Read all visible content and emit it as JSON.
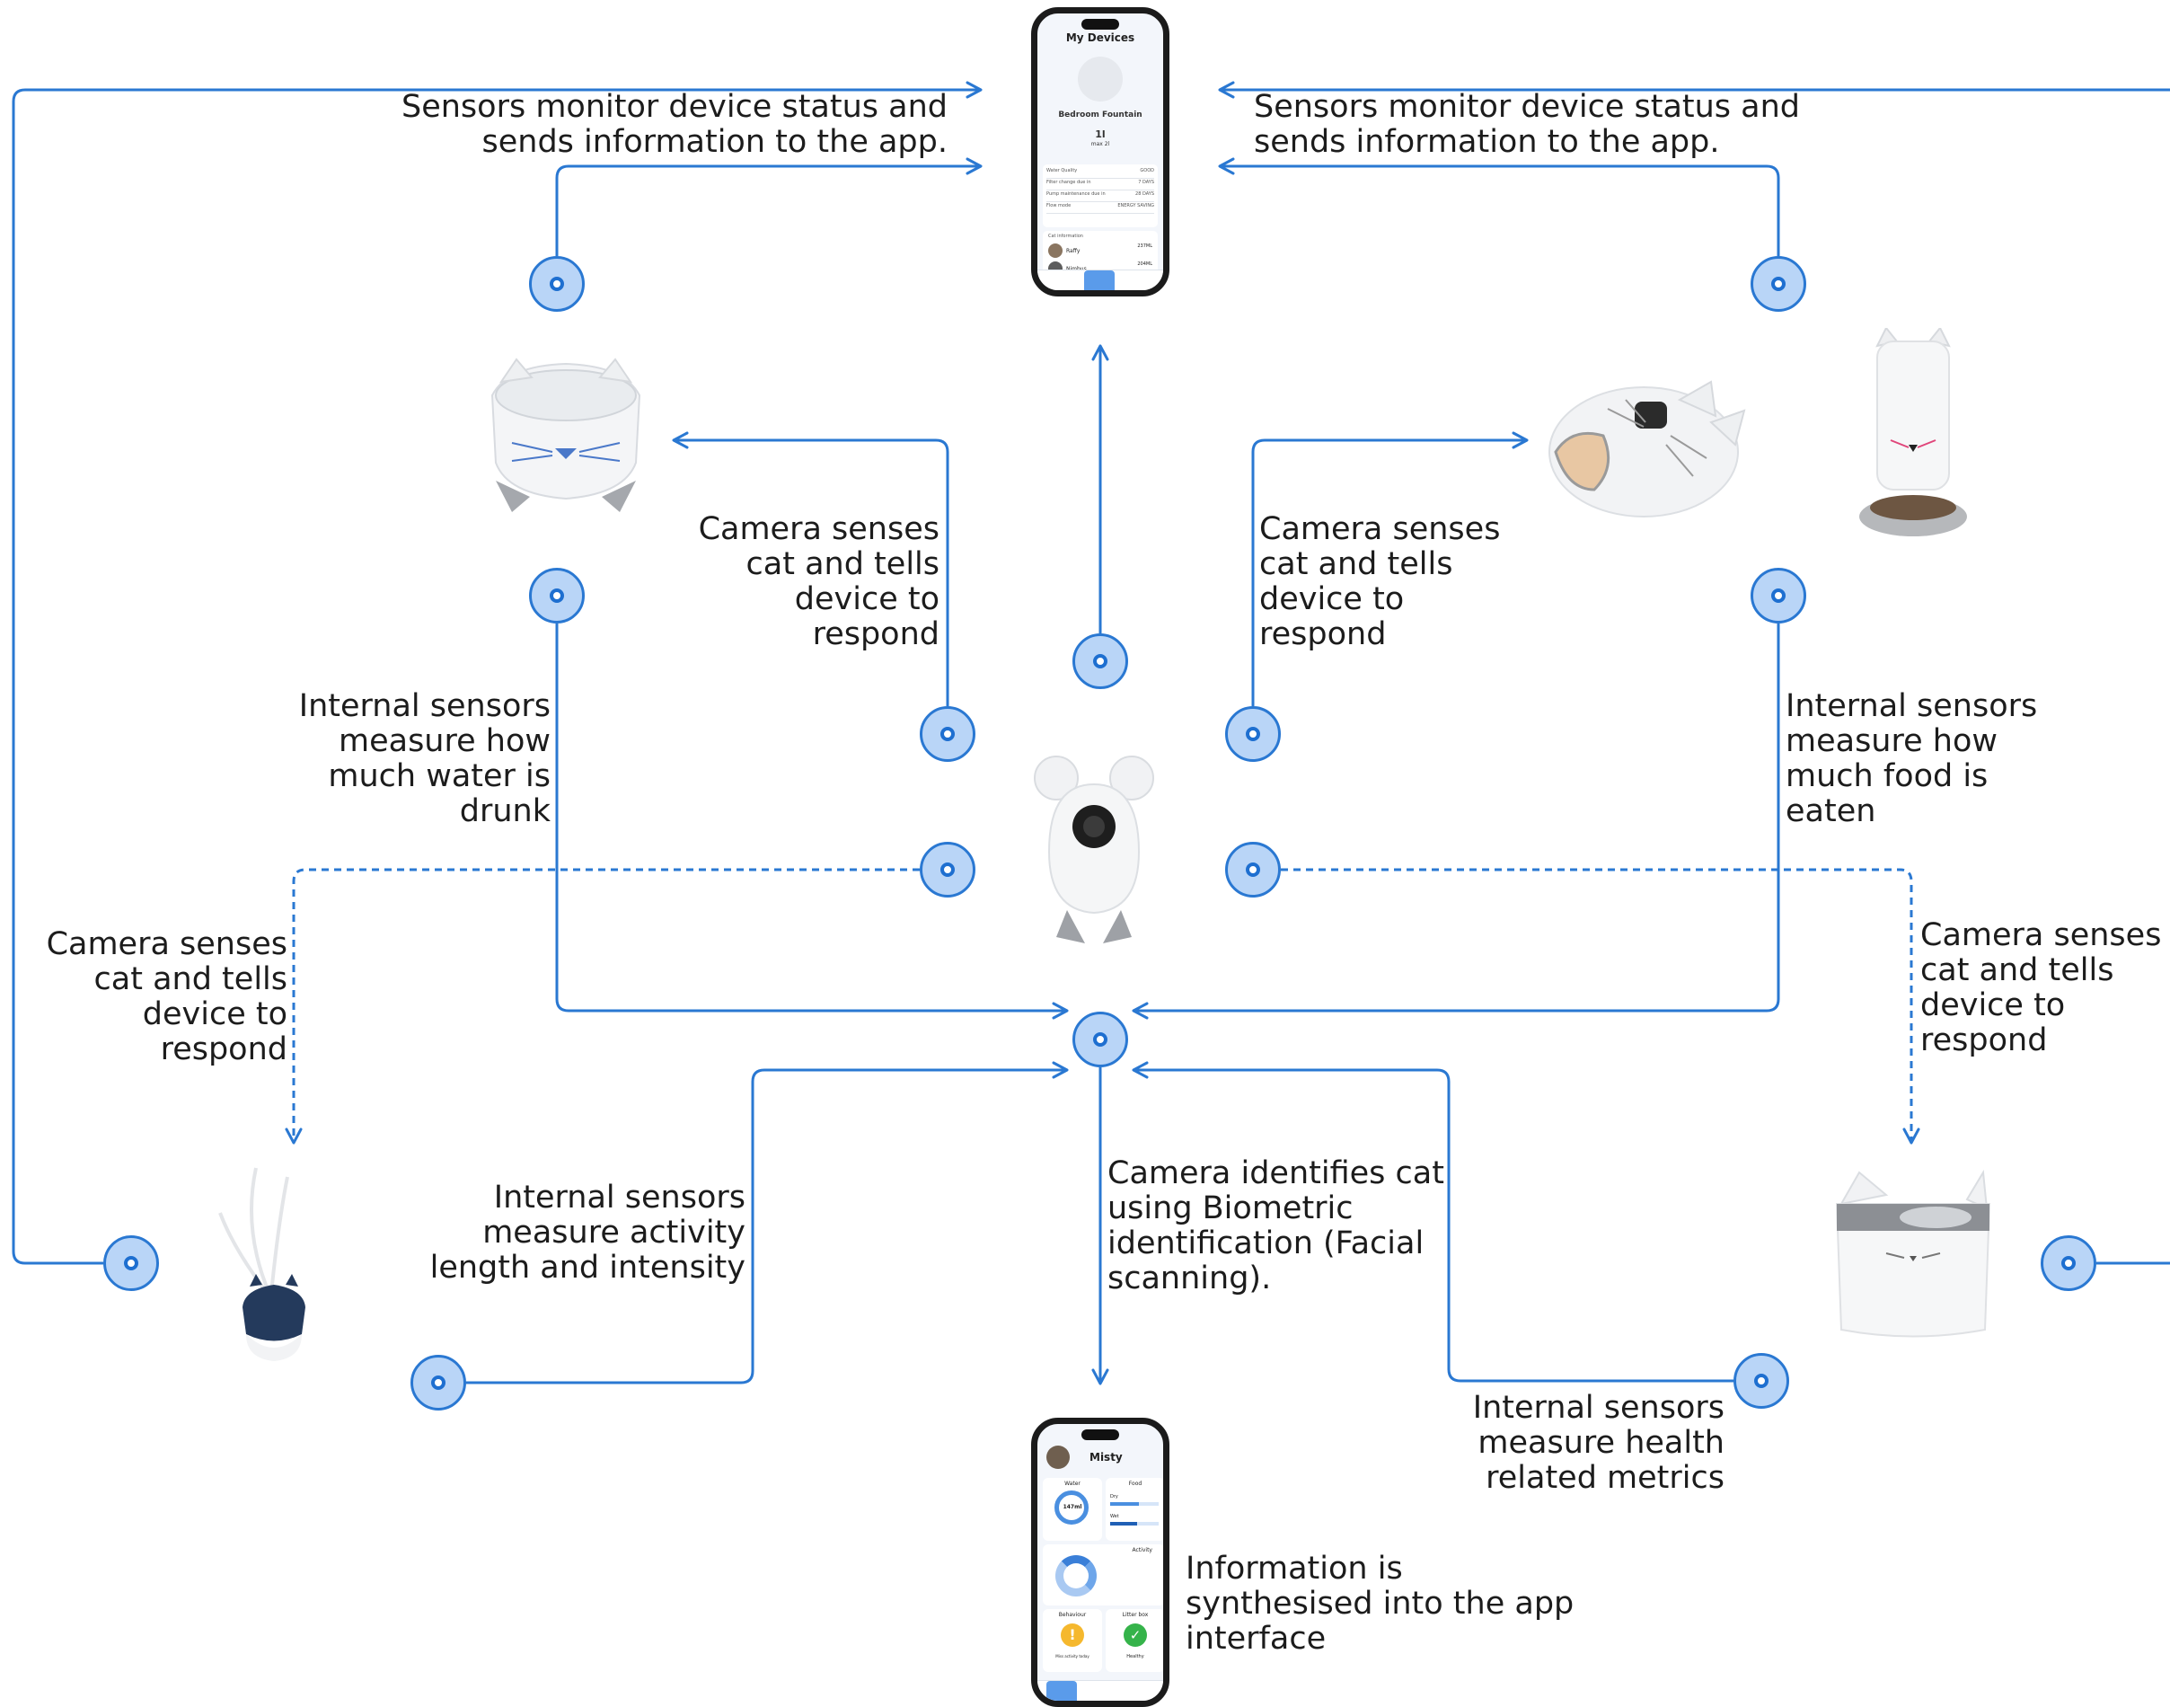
{
  "labels": {
    "sensors_left": "Sensors monitor device status and\nsends information to the app.",
    "sensors_right": "Sensors monitor device status and\nsends information to the app.",
    "camera_fountain": "Camera senses\ncat and tells\ndevice to\nrespond",
    "camera_feeder": "Camera senses\ncat and tells\ndevice to\nrespond",
    "internal_water": "Internal sensors\nmeasure how\nmuch water is\ndrunk",
    "internal_food": "Internal sensors\nmeasure how\nmuch food is\neaten",
    "camera_toy": "Camera senses\ncat and tells\ndevice to\nrespond",
    "camera_litter": "Camera senses\ncat and tells\ndevice to\nrespond",
    "internal_activity": "Internal sensors\nmeasure activity\nlength and intensity",
    "camera_identifies": "Camera identifies cat\nusing Biometric\nidentification (Facial\nscanning).",
    "internal_health": "Internal sensors\nmeasure health\nrelated metrics",
    "synthesised": "Information is\nsynthesised into the app\ninterface"
  },
  "top_phone": {
    "title": "My Devices",
    "device_name": "Bedroom Fountain",
    "capacity": "1l",
    "capacity_sub": "max 2l",
    "rows": [
      {
        "k": "Water Quality",
        "v": "GOOD"
      },
      {
        "k": "Filter change due in",
        "v": "7 DAYS"
      },
      {
        "k": "Pump maintenance due in",
        "v": "28 DAYS"
      },
      {
        "k": "Flow mode",
        "v": "ENERGY SAVING"
      }
    ],
    "cat_header": "Cat information",
    "cats": [
      {
        "name": "Raffy",
        "value": "237ML"
      },
      {
        "name": "Nimbus",
        "value": "204ML"
      }
    ]
  },
  "bottom_phone": {
    "cat_name": "Misty",
    "water_title": "Water",
    "water_value": "147ml",
    "food_title": "Food",
    "food_dry": "Dry",
    "food_wet": "Wet",
    "activity_title": "Activity",
    "behaviour_title": "Behaviour",
    "behaviour_status": "Miss activity today",
    "litter_title": "Litter box",
    "litter_status": "Healthy"
  },
  "colors": {
    "line": "#2a78d2",
    "node_fill": "#b9d5f7",
    "text": "#1c1c1c"
  }
}
